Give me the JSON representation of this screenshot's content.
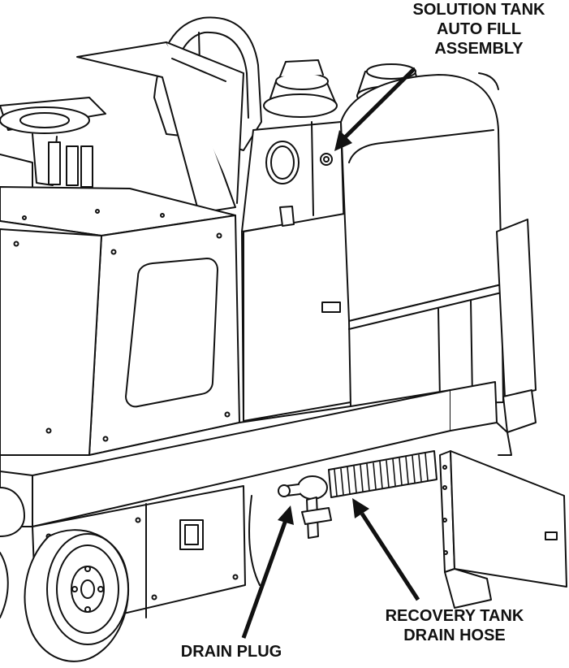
{
  "callouts": {
    "solution_tank": {
      "lines": [
        "SOLUTION TANK",
        "AUTO FILL",
        "ASSEMBLY"
      ]
    },
    "recovery_tank": {
      "lines": [
        "RECOVERY TANK",
        "DRAIN HOSE"
      ]
    },
    "drain_plug": {
      "lines": [
        "DRAIN PLUG"
      ]
    }
  },
  "colors": {
    "line": "#111111",
    "background": "#ffffff",
    "text": "#111111"
  }
}
